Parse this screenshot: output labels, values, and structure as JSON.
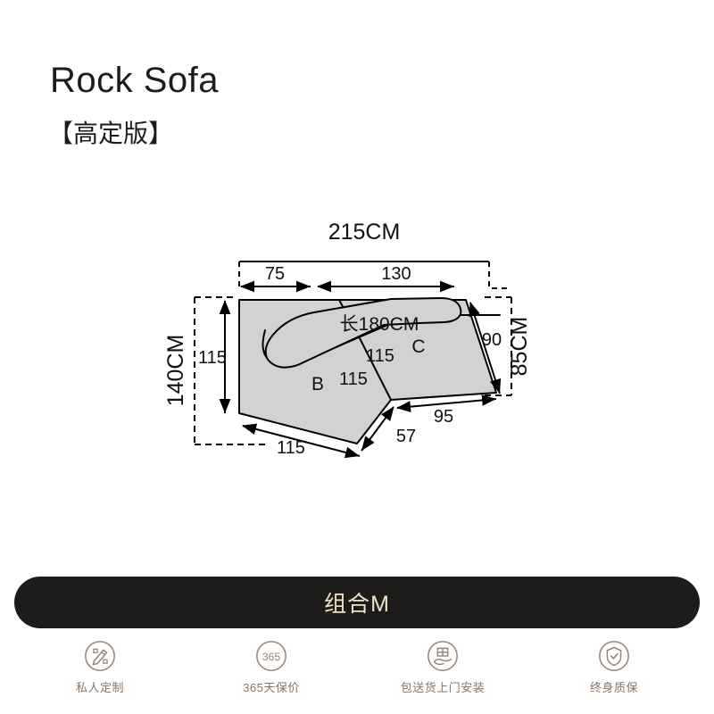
{
  "header": {
    "title": "Rock Sofa",
    "subtitle": "【高定版】"
  },
  "diagram": {
    "type": "technical-dimension-drawing",
    "fill_color": "#d2d2d2",
    "stroke_color": "#000000",
    "labels": {
      "top_overall": "215CM",
      "top_left_segment": "75",
      "top_right_segment": "130",
      "left_overall": "140CM",
      "left_inner": "115",
      "right_overall": "85CM",
      "right_inner": "90",
      "seat_length": "长180CM",
      "section_b": "B",
      "section_c": "C",
      "inner_diag_upper": "115",
      "inner_diag_lower": "115",
      "bottom_left": "115",
      "bottom_short": "57",
      "bottom_right": "95"
    }
  },
  "combo_bar": {
    "label": "组合M",
    "background": "#1e1c1b",
    "text_color": "#f2e3c6"
  },
  "features": [
    {
      "icon": "pencil-ruler-icon",
      "label": "私人定制"
    },
    {
      "icon": "365-circle-icon",
      "label": "365天保价"
    },
    {
      "icon": "delivery-hand-box-icon",
      "label": "包送货上门安装"
    },
    {
      "icon": "shield-check-icon",
      "label": "终身质保"
    }
  ],
  "theme": {
    "accent_brown": "#8a7363",
    "page_background": "#ffffff"
  }
}
